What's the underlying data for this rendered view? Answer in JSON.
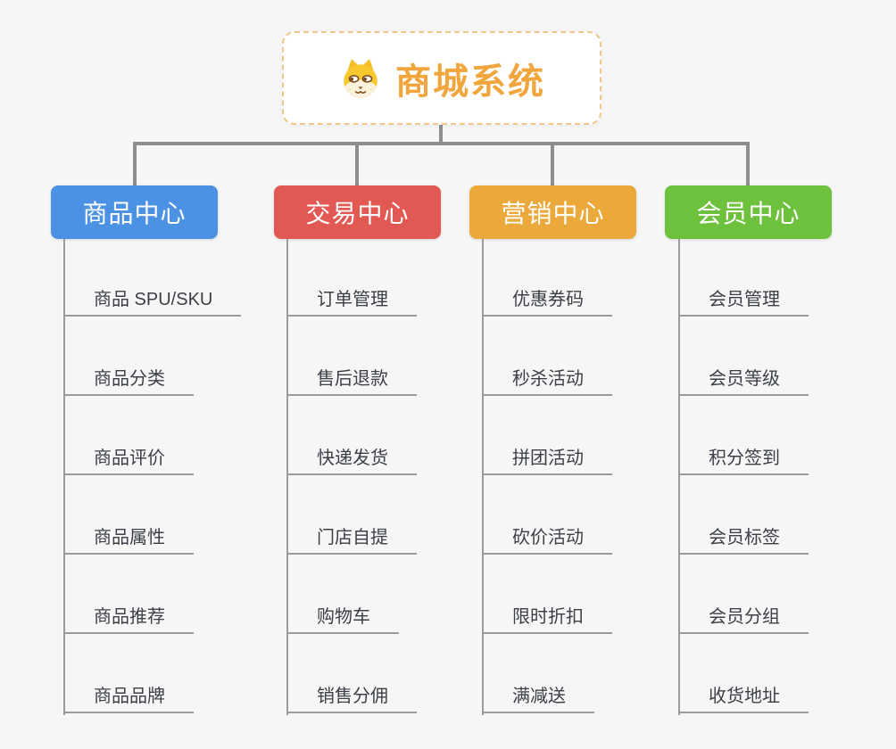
{
  "root": {
    "label": "商城系统",
    "icon": "shiba-dog-icon",
    "accent_color": "#F0A63C",
    "border_color": "#F0C787"
  },
  "connector_color": "#8E8E8E",
  "background_color": "#F6F6F7",
  "branches": [
    {
      "label": "商品中心",
      "color": "#4B92E5",
      "children": [
        "商品 SPU/SKU",
        "商品分类",
        "商品评价",
        "商品属性",
        "商品推荐",
        "商品品牌"
      ]
    },
    {
      "label": "交易中心",
      "color": "#E25852",
      "children": [
        "订单管理",
        "售后退款",
        "快递发货",
        "门店自提",
        "购物车",
        "销售分佣"
      ]
    },
    {
      "label": "营销中心",
      "color": "#EBA93C",
      "children": [
        "优惠券码",
        "秒杀活动",
        "拼团活动",
        "砍价活动",
        "限时折扣",
        "满减送"
      ]
    },
    {
      "label": "会员中心",
      "color": "#6EC13C",
      "children": [
        "会员管理",
        "会员等级",
        "积分签到",
        "会员标签",
        "会员分组",
        "收货地址"
      ]
    }
  ]
}
